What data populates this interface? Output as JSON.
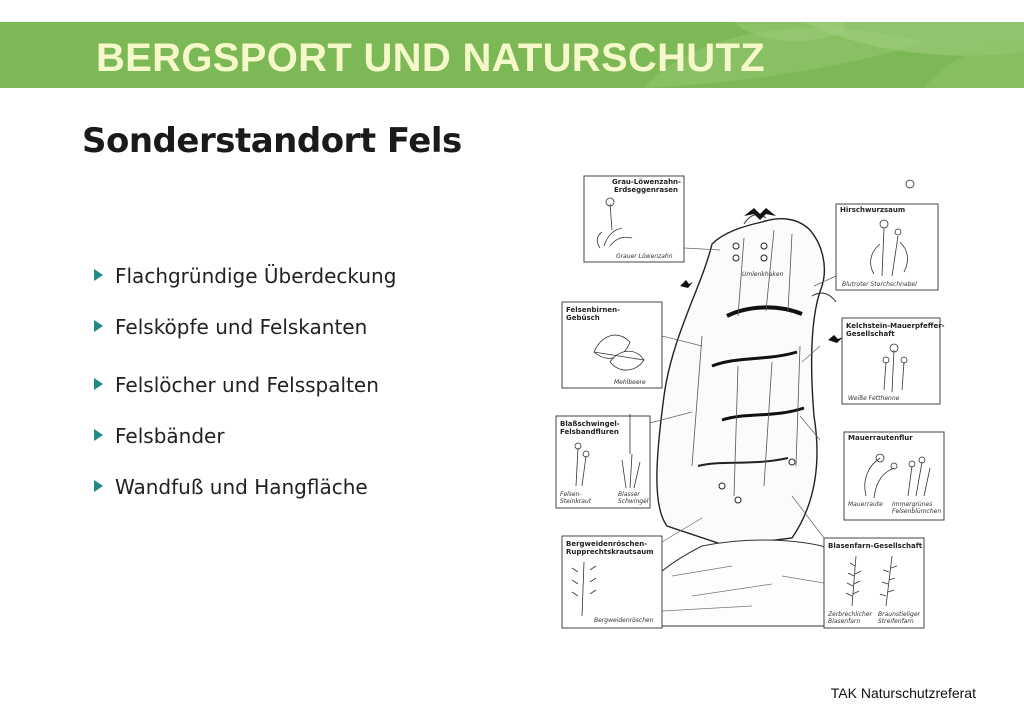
{
  "banner": {
    "title": "BERGSPORT UND NATURSCHUTZ",
    "color": "#7cb956",
    "title_color": "#f5f8c8"
  },
  "slide": {
    "heading": "Sonderstandort Fels",
    "bullet_color": "#1e8a8a",
    "bullets": [
      "Flachgründige Überdeckung",
      "Felsköpfe und Felskanten",
      "Felslöcher und Felsspalten",
      "Felsbänder",
      "Wandfuß und Hangfläche"
    ]
  },
  "illustration": {
    "rock_label": "Umlenkhaken",
    "panels": [
      {
        "title_lines": [
          "Grau-Löwenzahn-",
          "Erdseggenrasen"
        ],
        "captions": [
          "Grauer Löwenzahn"
        ]
      },
      {
        "title_lines": [
          "Hirschwurzsaum"
        ],
        "captions": [
          "Blutroter Storchschnabel"
        ]
      },
      {
        "title_lines": [
          "Felsenbirnen-",
          "Gebüsch"
        ],
        "captions": [
          "Mehlbeere"
        ]
      },
      {
        "title_lines": [
          "Kelchstein-Mauerpfeffer-",
          "Gesellschaft"
        ],
        "captions": [
          "Weiße Fetthenne"
        ]
      },
      {
        "title_lines": [
          "Blaßschwingel-",
          "Felsbandfluren"
        ],
        "captions": [
          "Felsen-",
          "Steinkraut",
          "Blasser",
          "Schwingel"
        ]
      },
      {
        "title_lines": [
          "Mauerrautenflur"
        ],
        "captions": [
          "Mauerraute",
          "Immergrünes",
          "Felsenblümchen"
        ]
      },
      {
        "title_lines": [
          "Bergweidenröschen-",
          "Rupprechtskrautsaum"
        ],
        "captions": [
          "Bergweidenröschen"
        ]
      },
      {
        "title_lines": [
          "Blasenfarn-Gesellschaft"
        ],
        "captions": [
          "Zerbrechlicher",
          "Blasenfarn",
          "Braunstieliger",
          "Streifenfarn"
        ]
      }
    ]
  },
  "footer": {
    "text": "TAK Naturschutzreferat"
  }
}
